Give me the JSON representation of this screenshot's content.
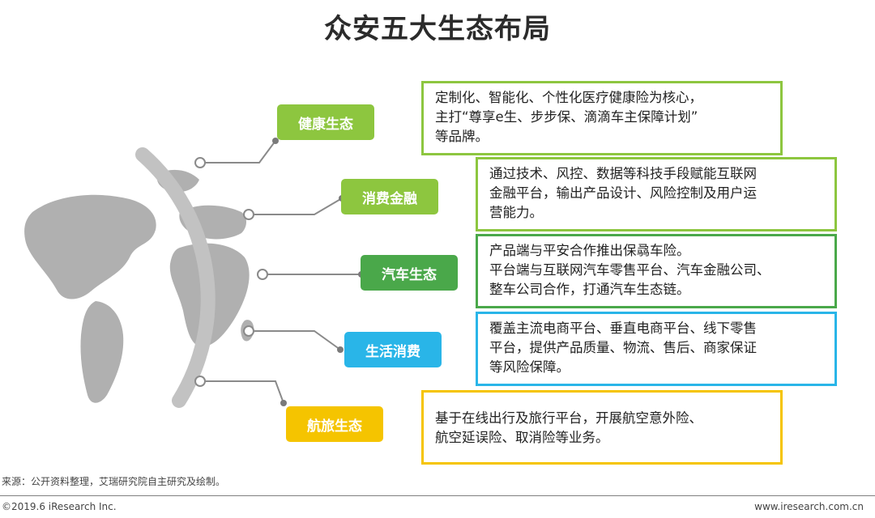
{
  "title": "众安五大生态布局",
  "ecosystems": [
    {
      "label": "健康生态",
      "color": "#8dc63f",
      "lines": [
        "定制化、智能化、个性化医疗健康险为核心，",
        "主打“尊享e生、步步保、滴滴车主保障计划”",
        "等品牌。"
      ]
    },
    {
      "label": "消费金融",
      "color": "#8dc63f",
      "lines": [
        "通过技术、风控、数据等科技手段赋能互联网",
        "金融平台，输出产品设计、风险控制及用户运",
        "营能力。"
      ]
    },
    {
      "label": "汽车生态",
      "color": "#4aa84a",
      "lines": [
        "产品端与平安合作推出保骉车险。",
        "平台端与互联网汽车零售平台、汽车金融公司、",
        "整车公司合作，打通汽车生态链。"
      ]
    },
    {
      "label": "生活消费",
      "color": "#29b5e8",
      "lines": [
        "覆盖主流电商平台、垂直电商平台、线下零售",
        "平台，提供产品质量、物流、售后、商家保证",
        "等风险保障。"
      ]
    },
    {
      "label": "航旅生态",
      "color": "#f5c400",
      "lines": [
        "基于在线出行及旅行平台，开展航空意外险、",
        "航空延误险、取消险等业务。"
      ]
    }
  ],
  "footer": {
    "source": "来源：公开资料整理，艾瑞研究院自主研究及绘制。",
    "copyright": "©2019.6 iResearch Inc.",
    "website": "www.iresearch.com.cn"
  }
}
